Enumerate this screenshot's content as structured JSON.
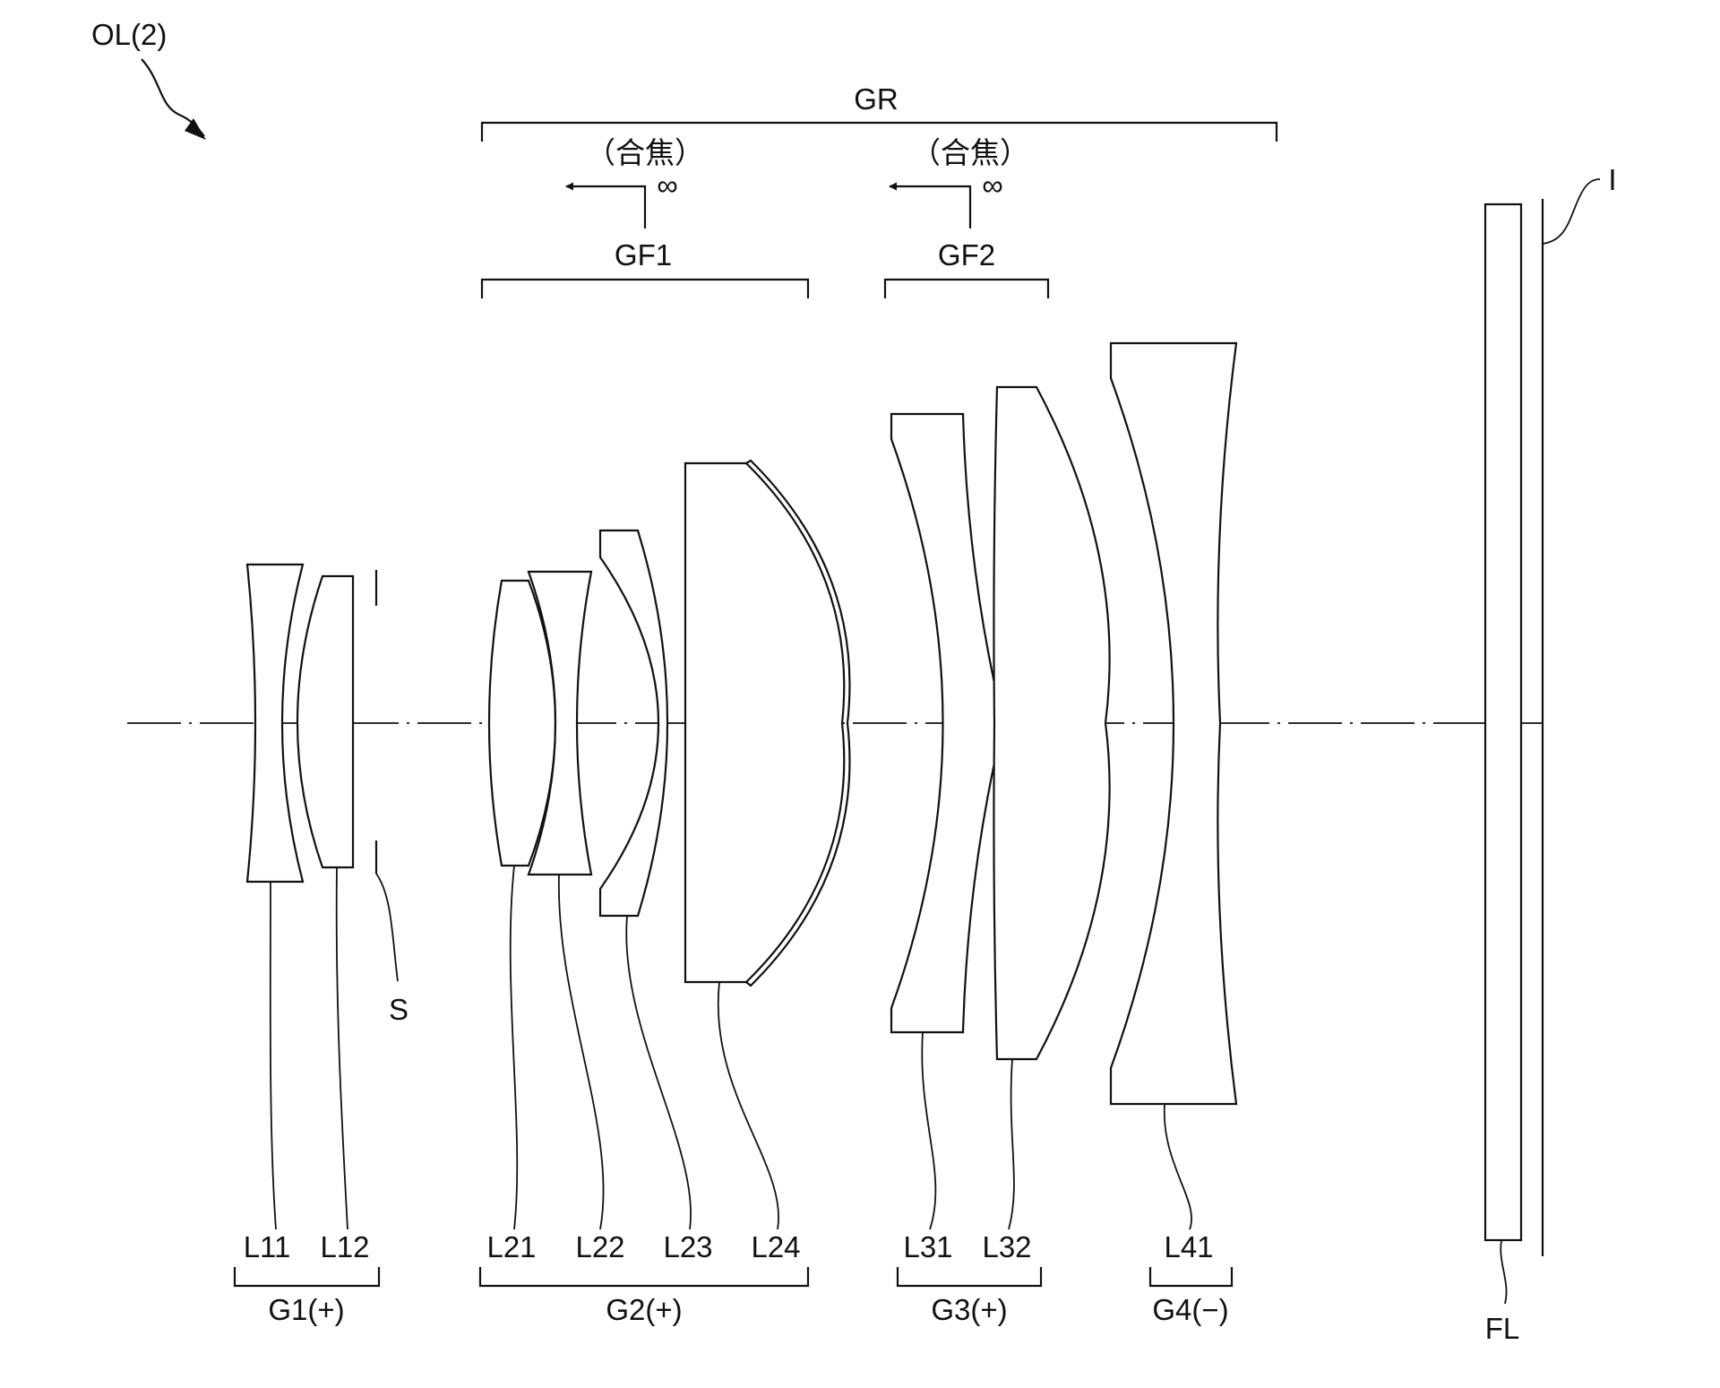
{
  "figure_label": "OL(2)",
  "brackets": {
    "gr": "GR",
    "gf1": "GF1",
    "gf2": "GF2"
  },
  "focus_markers": [
    {
      "label": "（合焦）",
      "infinity": "∞"
    },
    {
      "label": "（合焦）",
      "infinity": "∞"
    }
  ],
  "stop_label": "S",
  "image_plane_label": "I",
  "filter_label": "FL",
  "lenses": {
    "L11": "L11",
    "L12": "L12",
    "L21": "L21",
    "L22": "L22",
    "L23": "L23",
    "L24": "L24",
    "L31": "L31",
    "L32": "L32",
    "L41": "L41"
  },
  "groups": {
    "g1": "G1(+)",
    "g2": "G2(+)",
    "g3": "G3(+)",
    "g4": "G4(−)"
  },
  "colors": {
    "line": "#111111",
    "background": "#ffffff"
  }
}
